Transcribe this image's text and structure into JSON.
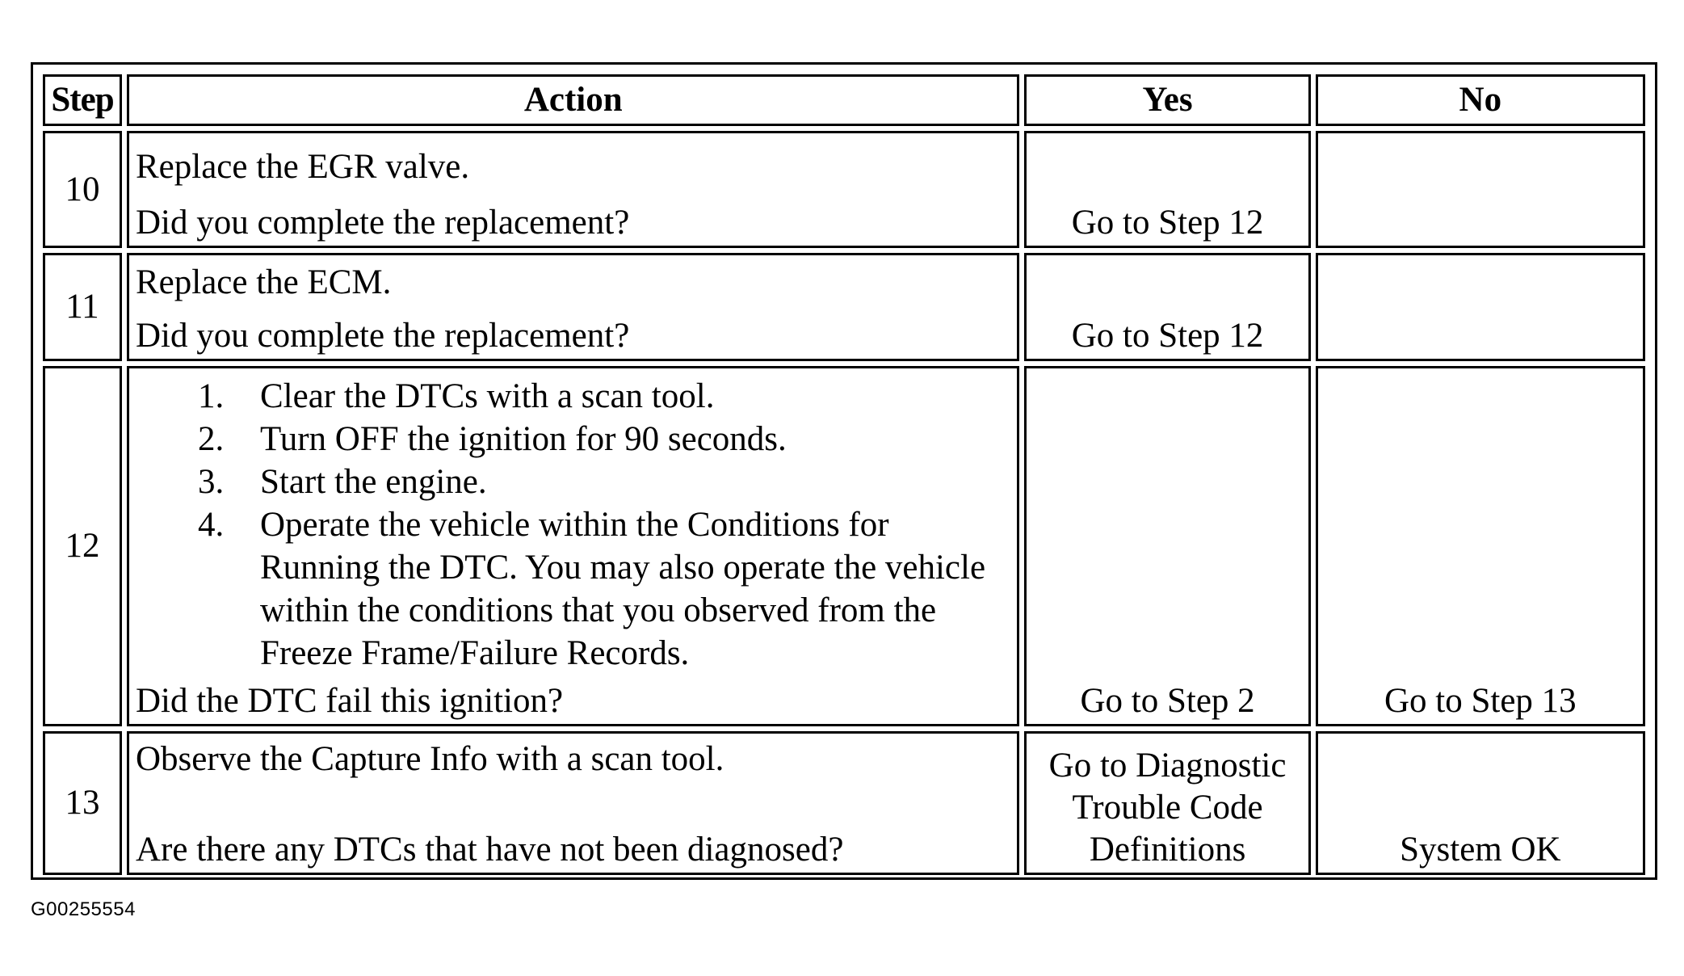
{
  "headers": {
    "step": "Step",
    "action": "Action",
    "yes": "Yes",
    "no": "No"
  },
  "rows": [
    {
      "step": "10",
      "action_top": "Replace the EGR valve.",
      "action_question": "Did you complete the replacement?",
      "yes": "Go to Step 12",
      "no": ""
    },
    {
      "step": "11",
      "action_top": "Replace the ECM.",
      "action_question": "Did you complete the replacement?",
      "yes": "Go to Step 12",
      "no": ""
    },
    {
      "step": "12",
      "action_list": [
        "Clear the DTCs with a scan tool.",
        "Turn OFF the ignition for 90 seconds.",
        "Start the engine.",
        "Operate the vehicle within the Conditions for Running the DTC. You may also operate the vehicle within the conditions that you observed from the Freeze Frame/Failure Records."
      ],
      "action_question": "Did the DTC fail this ignition?",
      "yes": "Go to Step 2",
      "no": "Go to Step 13"
    },
    {
      "step": "13",
      "action_top": "Observe the Capture Info with a scan tool.",
      "action_question": "Are there any DTCs that have not been diagnosed?",
      "yes": "Go to Diagnostic Trouble Code Definitions",
      "no": "System OK"
    }
  ],
  "figure_id": "G00255554"
}
